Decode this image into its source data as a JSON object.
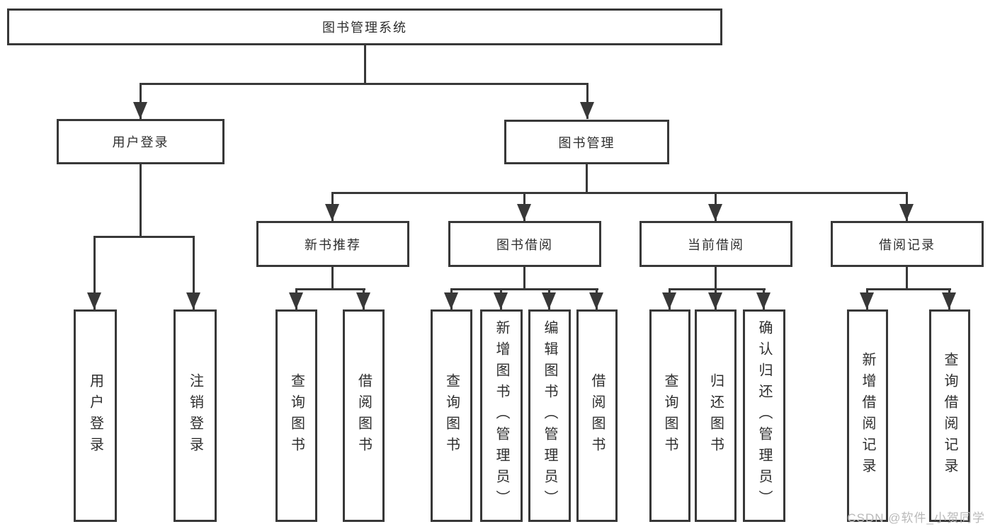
{
  "diagram": {
    "root": "图书管理系统",
    "children": [
      {
        "label": "用户登录",
        "children": [
          "用户登录",
          "注销登录"
        ]
      },
      {
        "label": "图书管理",
        "children": [
          {
            "label": "新书推荐",
            "children": [
              "查询图书",
              "借阅图书"
            ]
          },
          {
            "label": "图书借阅",
            "children": [
              "查询图书",
              "新增图书（管理员）",
              "编辑图书（管理员）",
              "借阅图书"
            ]
          },
          {
            "label": "当前借阅",
            "children": [
              "查询图书",
              "归还图书",
              "确认归还（管理员）"
            ]
          },
          {
            "label": "借阅记录",
            "children": [
              "新增借阅记录",
              "查询借阅记录"
            ]
          }
        ]
      }
    ]
  },
  "watermark": "CSDN @软件_小贺同学",
  "colors": {
    "line": "#383838",
    "box_bg": "#ffffff",
    "text": "#2e2e2e",
    "watermark": "#b9b9b9"
  }
}
